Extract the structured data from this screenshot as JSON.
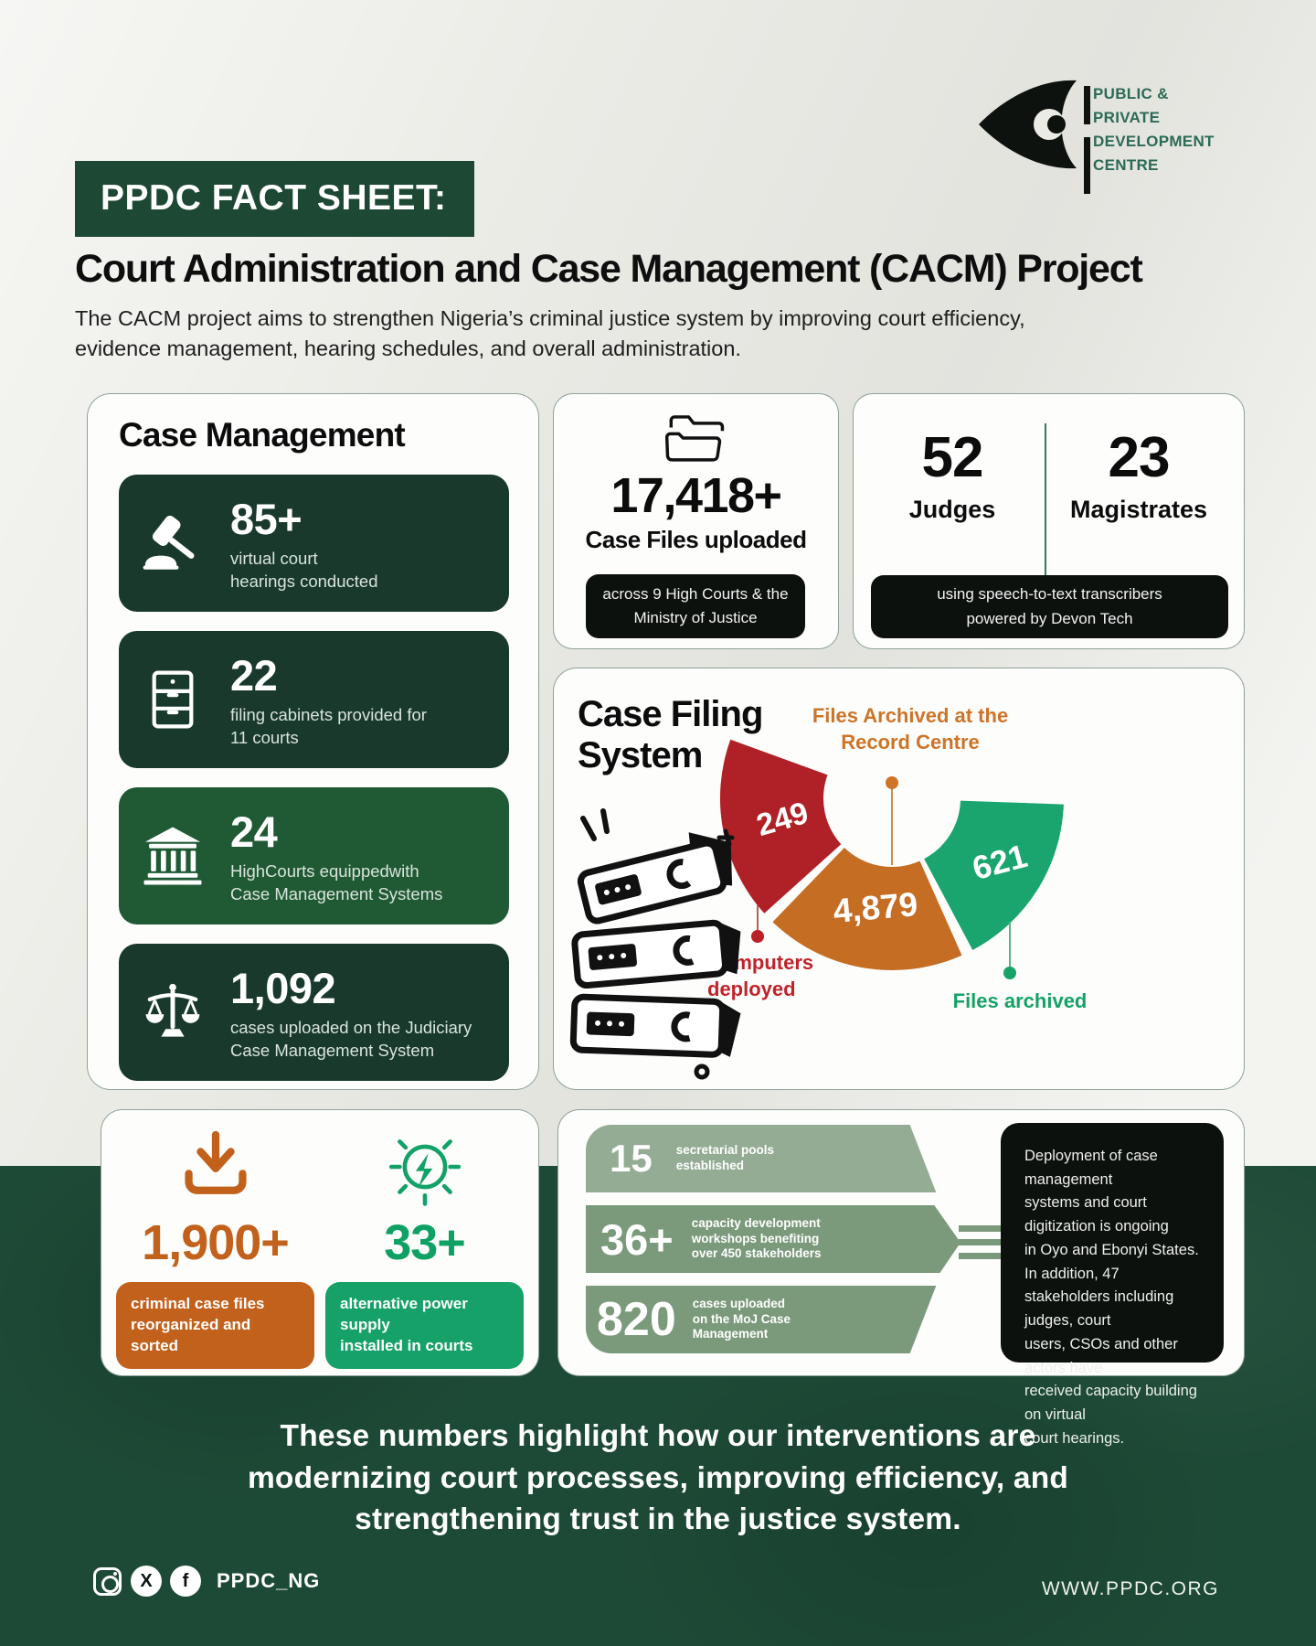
{
  "colors": {
    "dark_green": "#18392c",
    "light_card_green": "#1f5a34",
    "band_green": "#1d4a36",
    "badge_black": "#0c110d",
    "orange": "#c2611c",
    "arc_red": "#b02127",
    "arc_orange": "#c66d24",
    "arc_green": "#1aa56e",
    "accent_green": "#0fa163",
    "sage_light": "#94ac94",
    "sage": "#7b997b",
    "logo_teal": "#2c6a56"
  },
  "logo": {
    "lines": [
      "PUBLIC &",
      "PRIVATE",
      "DEVELOPMENT",
      "CENTRE"
    ]
  },
  "header": {
    "badge": "PPDC FACT SHEET:",
    "title": "Court Administration and Case Management (CACM)  Project",
    "subtitle": "The CACM project aims to strengthen Nigeria’s criminal justice system by improving court efficiency,\nevidence management, hearing schedules, and overall administration."
  },
  "case_management": {
    "title": "Case Management",
    "cards": [
      {
        "icon": "gavel-icon",
        "value": "85+",
        "label": "virtual court\nhearings conducted"
      },
      {
        "icon": "filing-cabinet-icon",
        "value": "22",
        "label": "filing cabinets provided for\n11 courts"
      },
      {
        "icon": "courthouse-icon",
        "value": "24",
        "label": "HighCourts equippedwith\nCase Management Systems"
      },
      {
        "icon": "scales-icon",
        "value": "1,092",
        "label": "cases uploaded on the Judiciary\nCase Management System"
      }
    ]
  },
  "case_files": {
    "value": "17,418+",
    "label": "Case Files uploaded",
    "badge": "across 9 High Courts & the\nMinistry of Justice"
  },
  "personnel": {
    "judges": {
      "value": "52",
      "label": "Judges"
    },
    "magistrates": {
      "value": "23",
      "label": "Magistrates"
    },
    "badge": "using speech-to-text transcribers\npowered by Devon Tech"
  },
  "case_filing": {
    "title": "Case Filing System",
    "values": {
      "red": "249",
      "orange": "4,879",
      "green": "621"
    },
    "labels": {
      "archived": "Files Archived at the\nRecord Centre",
      "computers": "Computers\ndeployed",
      "files": "Files archived"
    }
  },
  "chart_data": {
    "type": "arc",
    "title": "Case Filing System",
    "legend_position": "around",
    "segments": [
      {
        "label": "Computers deployed",
        "value": 249,
        "color": "#b02127"
      },
      {
        "label": "Files Archived at the Record Centre",
        "value": 4879,
        "color": "#c66d24"
      },
      {
        "label": "Files archived",
        "value": 621,
        "color": "#1aa56e"
      }
    ]
  },
  "impact": {
    "reorganized": {
      "value": "1,900+",
      "badge": "criminal case files\nreorganized and sorted"
    },
    "power": {
      "value": "33+",
      "badge": "alternative power supply\ninstalled in courts"
    }
  },
  "funnel": {
    "items": [
      {
        "value": "15",
        "label": "secretarial pools\nestablished"
      },
      {
        "value": "36+",
        "label": "capacity development\nworkshops benefiting\nover 450 stakeholders"
      },
      {
        "value": "820",
        "label": "cases uploaded\non the MoJ Case\nManagement"
      }
    ],
    "note": "Deployment of case management\nsystems and court digitization is ongoing\nin Oyo and Ebonyi States. In addition, 47\nstakeholders including judges, court\nusers, CSOs and other actors have\nreceived capacity building on virtual\ncourt hearings."
  },
  "bottom": {
    "message": "These numbers highlight how our interventions are\nmodernizing court processes, improving efficiency, and\nstrengthening trust in the justice system."
  },
  "footer": {
    "handle": "PPDC_NG",
    "site": "WWW.PPDC.ORG"
  }
}
